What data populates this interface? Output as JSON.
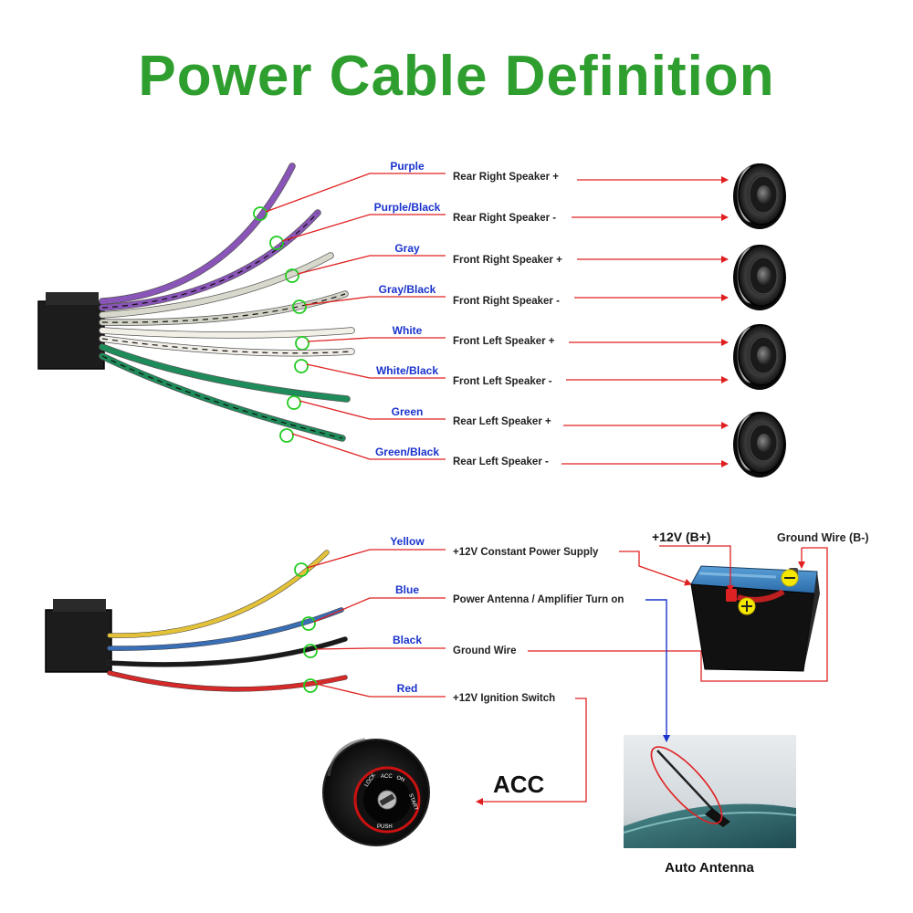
{
  "title": "Power Cable Definition",
  "speaker_wires": [
    {
      "color_name": "Purple",
      "function": "Rear Right Speaker +",
      "wire_hex": "#8a55b8",
      "stripe": false
    },
    {
      "color_name": "Purple/Black",
      "function": "Rear Right Speaker -",
      "wire_hex": "#8a55b8",
      "stripe": true
    },
    {
      "color_name": "Gray",
      "function": "Front Right Speaker +",
      "wire_hex": "#d8d8cc",
      "stripe": false
    },
    {
      "color_name": "Gray/Black",
      "function": "Front Right Speaker -",
      "wire_hex": "#d0d0c4",
      "stripe": true
    },
    {
      "color_name": "White",
      "function": "Front Left Speaker +",
      "wire_hex": "#f2efe6",
      "stripe": false
    },
    {
      "color_name": "White/Black",
      "function": "Front Left Speaker -",
      "wire_hex": "#f0eee6",
      "stripe": true
    },
    {
      "color_name": "Green",
      "function": "Rear Left Speaker +",
      "wire_hex": "#1e8c5a",
      "stripe": false
    },
    {
      "color_name": "Green/Black",
      "function": "Rear Left Speaker -",
      "wire_hex": "#1e8c5a",
      "stripe": true
    }
  ],
  "power_wires": [
    {
      "color_name": "Yellow",
      "function": "+12V Constant Power Supply",
      "wire_hex": "#e3c23a"
    },
    {
      "color_name": "Blue",
      "function": "Power Antenna / Amplifier Turn on",
      "wire_hex": "#3a6fb5"
    },
    {
      "color_name": "Black",
      "function": "Ground Wire",
      "wire_hex": "#1a1a1a"
    },
    {
      "color_name": "Red",
      "function": "+12V  Ignition Switch",
      "wire_hex": "#d42a2a"
    }
  ],
  "battery": {
    "positive_label": "+12V  (B+)",
    "ground_label": "Ground Wire (B-)"
  },
  "acc_label": "ACC",
  "ignition_key": {
    "lock": "LOCK",
    "acc": "ACC",
    "on": "ON",
    "start": "START",
    "push": "PUSH"
  },
  "antenna_caption": "Auto Antenna",
  "colors": {
    "title": "#2e9e2e",
    "wire_label": "#1a33cc",
    "leader": "#e02020",
    "antenna_arrow": "#1a33cc",
    "marker_ring": "#22cc22"
  }
}
